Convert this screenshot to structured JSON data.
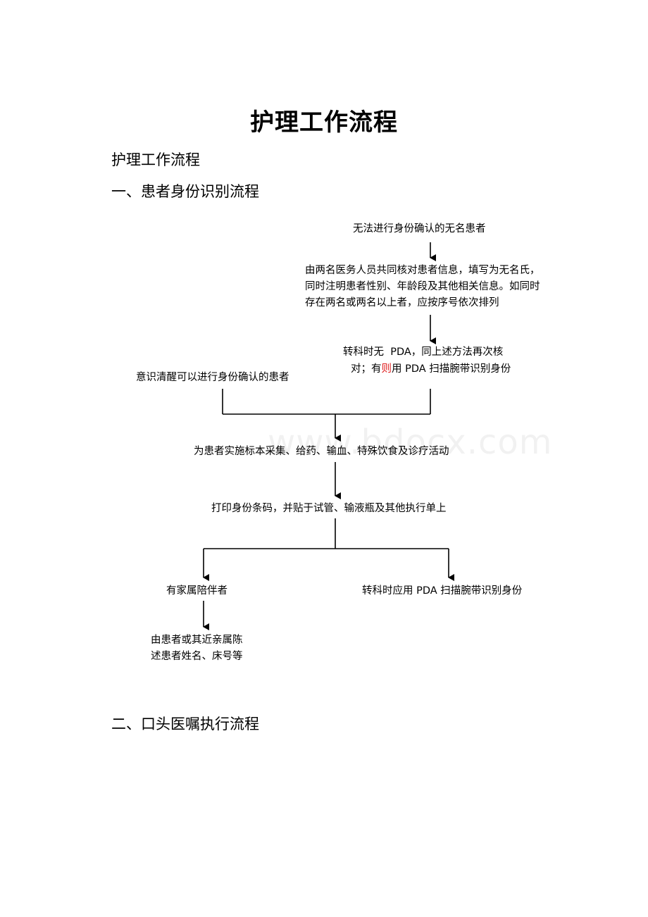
{
  "document": {
    "title": "护理工作流程",
    "subtitle": "护理工作流程",
    "section1": "一、患者身份识别流程",
    "section2": "二、口头医嘱执行流程",
    "watermark": "www.bdocx.com"
  },
  "flow": {
    "unnamed_patient": "无法进行身份确认的无名患者",
    "two_staff_check": [
      "由两名医务人员共同核对患者信息，填写为无名氏，",
      "同时注明患者性别、年龄段及其他相关信息。如同时",
      "存在两名或两名以上者，应按序号依次排列"
    ],
    "transfer_no_pda_line1": "转科时无  PDA，同上述方法再次核",
    "transfer_no_pda_line2_prefix": "对；有",
    "transfer_no_pda_line2_red": "则",
    "transfer_no_pda_line2_suffix": "用 PDA 扫描腕带识别身份",
    "conscious_patient": "意识清醒可以进行身份确认的患者",
    "procedures": "为患者实施标本采集、给药、输血、特殊饮食及诊疗活动",
    "print_barcode": "打印身份条码，并贴于试管、输液瓶及其他执行单上",
    "family_present": "有家属陪伴者",
    "transfer_pda": "转科时应用 PDA 扫描腕带识别身份",
    "family_states": [
      "由患者或其近亲属陈",
      "述患者姓名、床号等"
    ]
  }
}
